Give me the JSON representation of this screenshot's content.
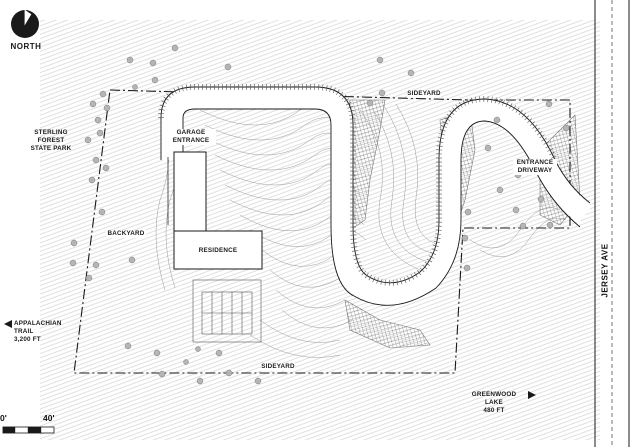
{
  "compass": {
    "label": "NORTH",
    "icon": "north-compass-icon"
  },
  "labels": {
    "sterling_forest": "STERLING\nFOREST\nSTATE PARK",
    "garage_entrance": "GARAGE\nENTRANCE",
    "backyard": "BACKYARD",
    "residence": "RESIDENCE",
    "sideyard_top": "SIDEYARD",
    "sideyard_bottom": "SIDEYARD",
    "entrance_driveway": "ENTRANCE\nDRIVEWAY",
    "jersey_ave": "JERSEY AVE",
    "appalachian_trail": "APPALACHIAN\nTRAIL\n3,200 FT",
    "greenwood_lake": "GREENWOOD LAKE\n480 FT"
  },
  "scale_bar": {
    "start": "0'",
    "end": "40'"
  },
  "icons": {
    "left_arrow": "left-arrow-icon",
    "right_arrow": "right-arrow-icon"
  },
  "colors": {
    "ink": "#1a1a1a",
    "tree": "#b5b5b5",
    "contour": "#9a9a9a"
  }
}
